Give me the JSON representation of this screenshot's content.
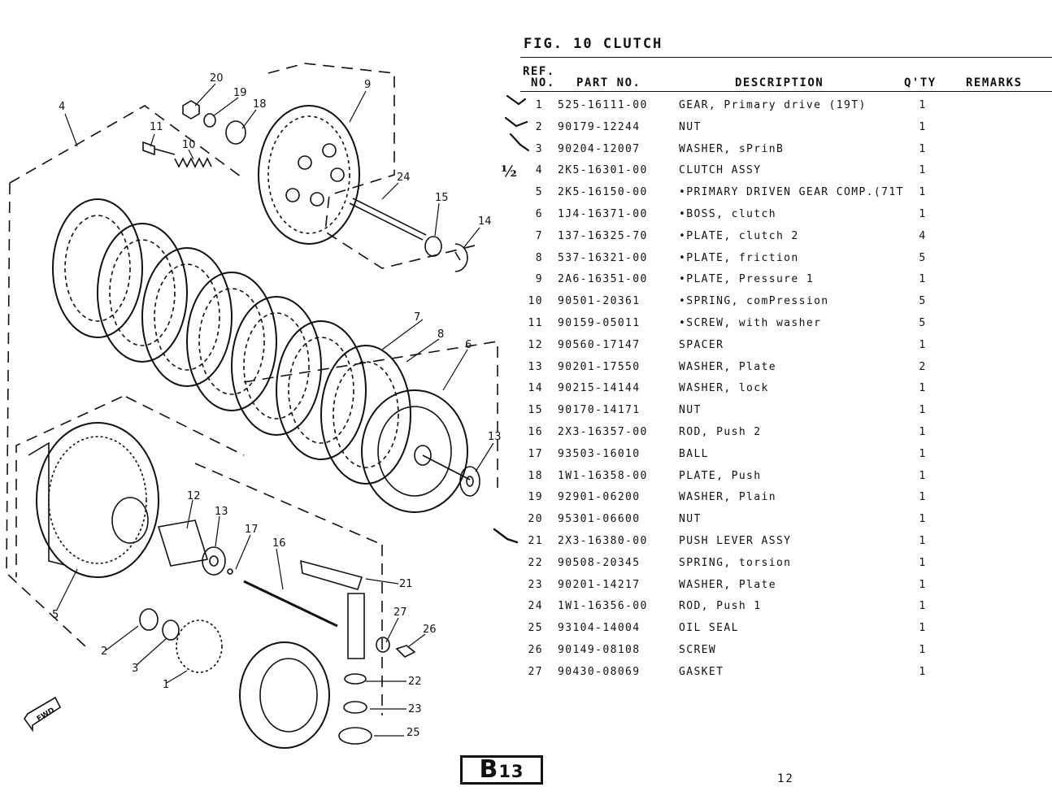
{
  "figure": {
    "title": "FIG. 10  CLUTCH"
  },
  "table": {
    "headers": {
      "ref_line1": "REF.",
      "ref_line2": "NO.",
      "part_no": "PART NO.",
      "description": "DESCRIPTION",
      "qty": "Q'TY",
      "remarks": "REMARKS"
    },
    "rows": [
      {
        "ref": "1",
        "part_no": "525-16111-00",
        "description": "GEAR, Primary drive (19T)",
        "qty": "1"
      },
      {
        "ref": "2",
        "part_no": "90179-12244",
        "description": "NUT",
        "qty": "1"
      },
      {
        "ref": "3",
        "part_no": "90204-12007",
        "description": "WASHER, sPrinB",
        "qty": "1"
      },
      {
        "ref": "4",
        "part_no": "2K5-16301-00",
        "description": "CLUTCH ASSY",
        "qty": "1"
      },
      {
        "ref": "5",
        "part_no": "2K5-16150-00",
        "description": "•PRIMARY DRIVEN GEAR COMP.(71T",
        "qty": "1"
      },
      {
        "ref": "6",
        "part_no": "1J4-16371-00",
        "description": "•BOSS, clutch",
        "qty": "1"
      },
      {
        "ref": "7",
        "part_no": "137-16325-70",
        "description": "•PLATE, clutch 2",
        "qty": "4"
      },
      {
        "ref": "8",
        "part_no": "537-16321-00",
        "description": "•PLATE, friction",
        "qty": "5"
      },
      {
        "ref": "9",
        "part_no": "2A6-16351-00",
        "description": "•PLATE, Pressure 1",
        "qty": "1"
      },
      {
        "ref": "10",
        "part_no": "90501-20361",
        "description": "•SPRING, comPression",
        "qty": "5"
      },
      {
        "ref": "11",
        "part_no": "90159-05011",
        "description": "•SCREW, with washer",
        "qty": "5"
      },
      {
        "ref": "12",
        "part_no": "90560-17147",
        "description": "SPACER",
        "qty": "1"
      },
      {
        "ref": "13",
        "part_no": "90201-17550",
        "description": "WASHER, Plate",
        "qty": "2"
      },
      {
        "ref": "14",
        "part_no": "90215-14144",
        "description": "WASHER, lock",
        "qty": "1"
      },
      {
        "ref": "15",
        "part_no": "90170-14171",
        "description": "NUT",
        "qty": "1"
      },
      {
        "ref": "16",
        "part_no": "2X3-16357-00",
        "description": "ROD, Push 2",
        "qty": "1"
      },
      {
        "ref": "17",
        "part_no": "93503-16010",
        "description": "BALL",
        "qty": "1"
      },
      {
        "ref": "18",
        "part_no": "1W1-16358-00",
        "description": "PLATE, Push",
        "qty": "1"
      },
      {
        "ref": "19",
        "part_no": "92901-06200",
        "description": "WASHER, Plain",
        "qty": "1"
      },
      {
        "ref": "20",
        "part_no": "95301-06600",
        "description": "NUT",
        "qty": "1"
      },
      {
        "ref": "21",
        "part_no": "2X3-16380-00",
        "description": "PUSH LEVER ASSY",
        "qty": "1"
      },
      {
        "ref": "22",
        "part_no": "90508-20345",
        "description": "SPRING, torsion",
        "qty": "1"
      },
      {
        "ref": "23",
        "part_no": "90201-14217",
        "description": "WASHER, Plate",
        "qty": "1"
      },
      {
        "ref": "24",
        "part_no": "1W1-16356-00",
        "description": "ROD, Push 1",
        "qty": "1"
      },
      {
        "ref": "25",
        "part_no": "93104-14004",
        "description": "OIL SEAL",
        "qty": "1"
      },
      {
        "ref": "26",
        "part_no": "90149-08108",
        "description": "SCREW",
        "qty": "1"
      },
      {
        "ref": "27",
        "part_no": "90430-08069",
        "description": "GASKET",
        "qty": "1"
      }
    ]
  },
  "handwritten": {
    "mark_4": "½"
  },
  "diagram": {
    "callouts": [
      "1",
      "2",
      "3",
      "4",
      "5",
      "6",
      "7",
      "8",
      "9",
      "10",
      "11",
      "12",
      "13",
      "13",
      "14",
      "15",
      "16",
      "17",
      "18",
      "19",
      "20",
      "21",
      "22",
      "23",
      "24",
      "25",
      "26",
      "27"
    ],
    "fwd_label": "FWD"
  },
  "footer": {
    "section_code_letter": "B",
    "section_code_number": "13",
    "page_number": "12"
  }
}
